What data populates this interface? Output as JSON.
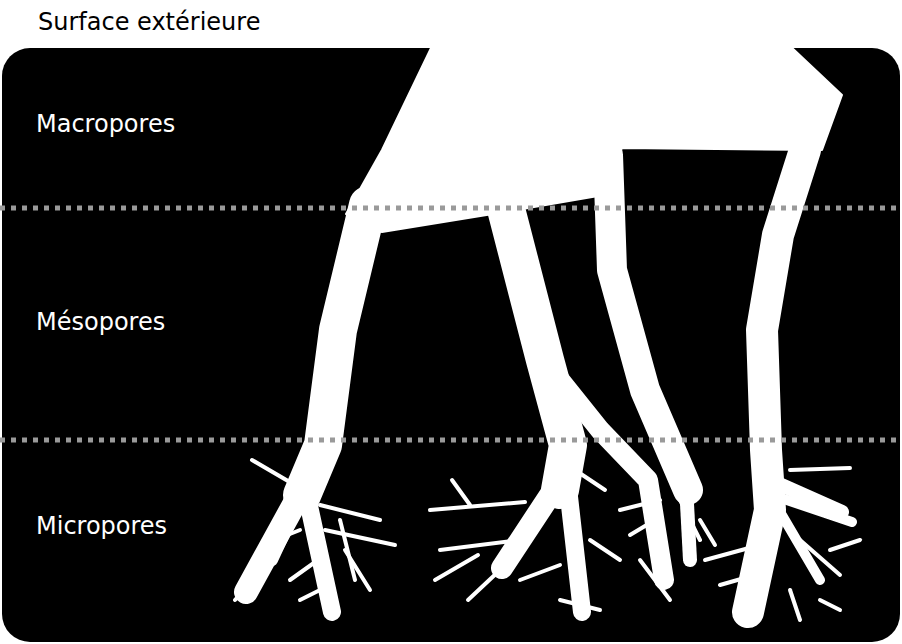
{
  "diagram": {
    "labels": [
      "Surface extérieure",
      "Macropores",
      "Mésopores",
      "Micropores"
    ]
  }
}
